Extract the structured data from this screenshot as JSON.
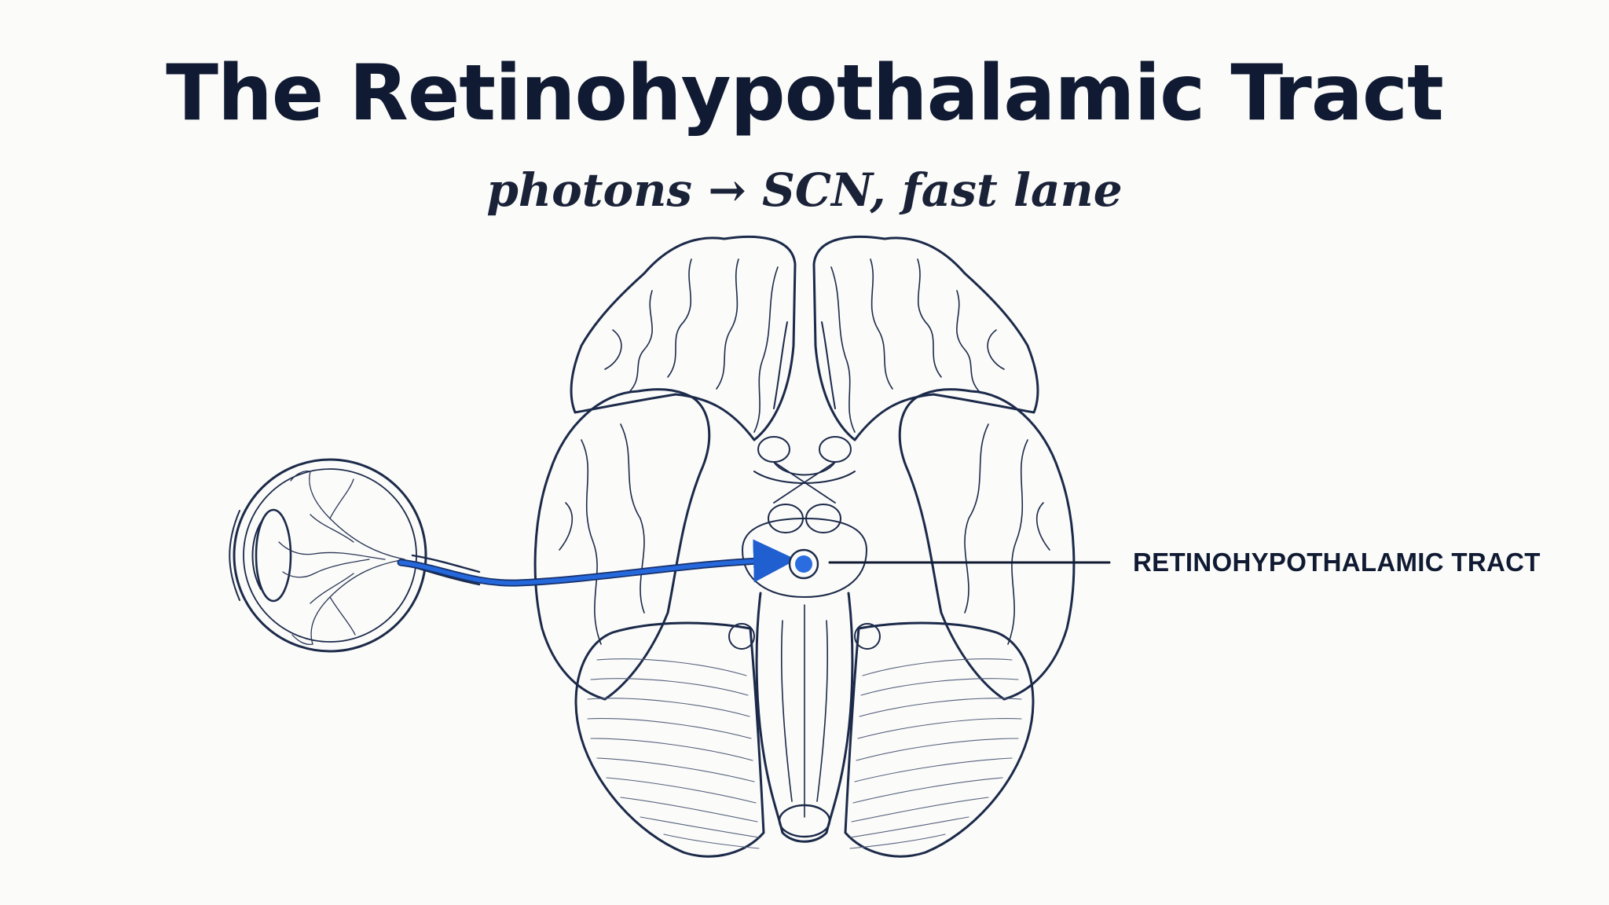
{
  "title": "The Retinohypothalamic Tract",
  "subtitle": "photons → SCN, fast lane",
  "callout": {
    "label": "RETINOHYPOTHALAMIC TRACT"
  },
  "colors": {
    "ink": "#101b33",
    "line": "#1c2a4a",
    "tract": "#1f5fd0",
    "scn": "#2b6de0",
    "background": "#fbfbf9"
  },
  "icons": {
    "eye": "eye-icon",
    "brain": "brain-ventral-view-icon"
  }
}
